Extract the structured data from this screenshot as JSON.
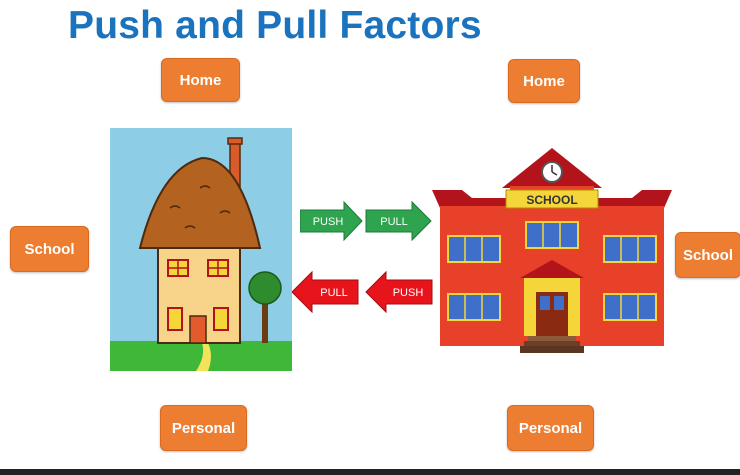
{
  "title": "Push and Pull Factors",
  "left_tags": {
    "top": "Home",
    "side": "School",
    "bottom": "Personal"
  },
  "right_tags": {
    "top": "Home",
    "side": "School",
    "bottom": "Personal"
  },
  "arrows": {
    "green": [
      "PUSH",
      "PULL"
    ],
    "red": [
      "PULL",
      "PUSH"
    ]
  },
  "school_sign": "SCHOOL",
  "colors": {
    "title": "#1b73be",
    "tag": "#ed7d31",
    "green_arrow": "#2ea44f",
    "red_arrow": "#e8141b"
  }
}
